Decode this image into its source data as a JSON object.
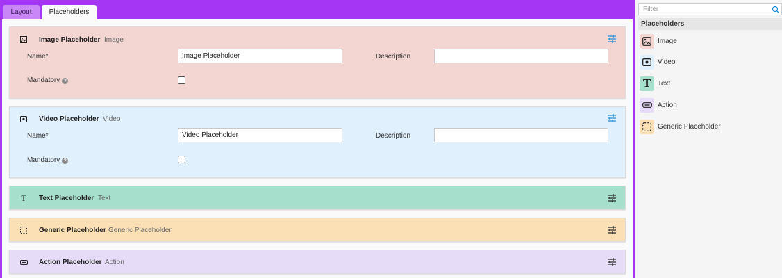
{
  "tabs": [
    {
      "label": "Layout"
    },
    {
      "label": "Placeholders"
    }
  ],
  "placeholders": [
    {
      "title": "Image Placeholder",
      "type": "Image",
      "icon": "image-icon",
      "color": "#f3d6d2",
      "name_label": "Name*",
      "name_value": "Image Placeholder",
      "description_label": "Description",
      "description_value": "",
      "mandatory_label": "Mandatory",
      "mandatory_checked": false
    },
    {
      "title": "Video Placeholder",
      "type": "Video",
      "icon": "video-icon",
      "color": "#e0f0fc",
      "name_label": "Name*",
      "name_value": "Video Placeholder",
      "description_label": "Description",
      "description_value": "",
      "mandatory_label": "Mandatory",
      "mandatory_checked": false
    },
    {
      "title": "Text Placeholder",
      "type": "Text",
      "icon": "text-icon",
      "color": "#a6e0cc"
    },
    {
      "title": "Generic Placeholder",
      "type": "Generic Placeholder",
      "icon": "generic-placeholder-icon",
      "color": "#fae0b4"
    },
    {
      "title": "Action Placeholder",
      "type": "Action",
      "icon": "action-icon",
      "color": "#e6dcf8"
    }
  ],
  "panel": {
    "filter_placeholder": "Filter",
    "header": "Placeholders",
    "items": [
      {
        "label": "Image",
        "icon": "image-icon",
        "color": "#f3d6d2"
      },
      {
        "label": "Video",
        "icon": "video-icon",
        "color": "#e0f0fc"
      },
      {
        "label": "Text",
        "icon": "text-icon",
        "color": "#a6e0cc"
      },
      {
        "label": "Action",
        "icon": "action-icon",
        "color": "#e6dcf8"
      },
      {
        "label": "Generic Placeholder",
        "icon": "generic-placeholder-icon",
        "color": "#fae0b4"
      }
    ]
  },
  "colors": {
    "frame": "#a536f3",
    "tab_inactive": "#c886f6",
    "settings_icon": "#1a8ad4"
  }
}
